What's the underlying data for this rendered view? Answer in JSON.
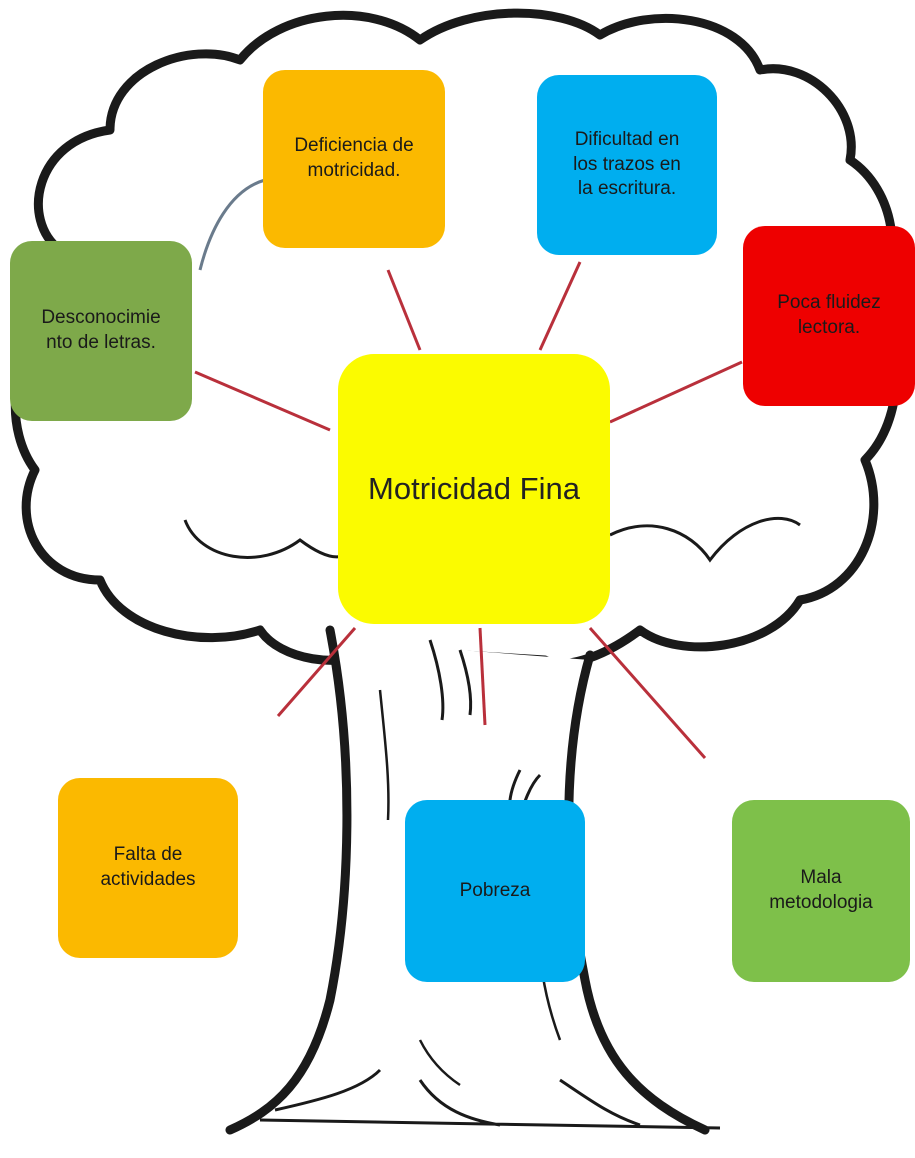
{
  "diagram": {
    "central": {
      "label": "Motricidad Fina",
      "color": "#fbfb00"
    },
    "nodes": [
      {
        "id": "desconocimiento",
        "label": "Desconocimie\nnto de letras.",
        "color": "#7ea94a"
      },
      {
        "id": "deficiencia",
        "label": "Deficiencia de\nmotricidad.",
        "color": "#fbb900"
      },
      {
        "id": "dificultad",
        "label": "Dificultad en\nlos  trazos en\nla escritura.",
        "color": "#00aeef"
      },
      {
        "id": "poca-fluidez",
        "label": "Poca fluidez\nlectora.",
        "color": "#ee0000"
      },
      {
        "id": "falta-actividades",
        "label": "Falta de\nactividades",
        "color": "#fbb900"
      },
      {
        "id": "pobreza",
        "label": "Pobreza",
        "color": "#00aeef"
      },
      {
        "id": "mala-metodologia",
        "label": "Mala\nmetodologia",
        "color": "#7ec04a"
      }
    ],
    "connector_color": "#b9303b",
    "outline_color": "#1a1a1a"
  }
}
